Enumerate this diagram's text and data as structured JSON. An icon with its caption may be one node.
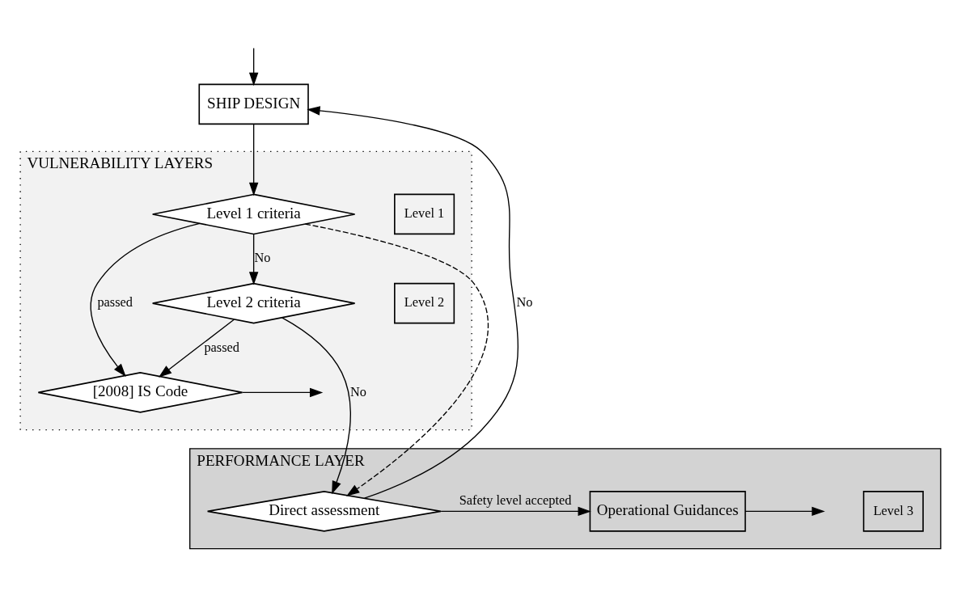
{
  "diagram": {
    "nodes": [
      {
        "text": [
          "SHIP DESIGN"
        ]
      },
      {
        "text": [
          "VULNERABILITY LAYERS"
        ]
      },
      {
        "text": [
          "Level 1"
        ],
        "in": 1
      },
      {
        "text": [
          "Level 1 criteria"
        ],
        "in": 1
      },
      {
        "text": [
          "[2008] IS Code"
        ],
        "in": 1
      },
      {
        "text": [
          "Level 2"
        ],
        "in": 1
      },
      {
        "text": [
          "Level 2 criteria"
        ],
        "in": 1
      },
      {
        "text": [
          "PERFORMANCE LAYER"
        ]
      },
      {
        "text": [
          "Level 3"
        ],
        "in": 7
      },
      {
        "text": [
          "Direct assessment"
        ],
        "in": 7
      },
      {
        "text": [
          "Operational Guidances"
        ],
        "in": 7
      }
    ],
    "edges": [
      {
        "from": null,
        "to": 0,
        "arrow": "to"
      },
      {
        "from": 0,
        "to": 3,
        "arrow": "to"
      },
      {
        "from": 3,
        "to": 4,
        "arrow": "to",
        "label": "passed"
      },
      {
        "from": 3,
        "to": 6,
        "arrow": "to",
        "label": "No"
      },
      {
        "from": 6,
        "to": 4,
        "arrow": "to",
        "label": "passed"
      },
      {
        "from": 3,
        "to": 9,
        "arrow": "to",
        "style": "dashed"
      },
      {
        "from": 6,
        "to": 9,
        "arrow": "to",
        "label": "No"
      },
      {
        "from": 4,
        "to": null,
        "arrow": "to"
      },
      {
        "from": 9,
        "to": 10,
        "arrow": "to",
        "label": "Safety level accepted"
      },
      {
        "from": 10,
        "to": null,
        "arrow": "to"
      },
      {
        "from": 9,
        "to": 0,
        "arrow": "to",
        "label": "No"
      }
    ]
  }
}
